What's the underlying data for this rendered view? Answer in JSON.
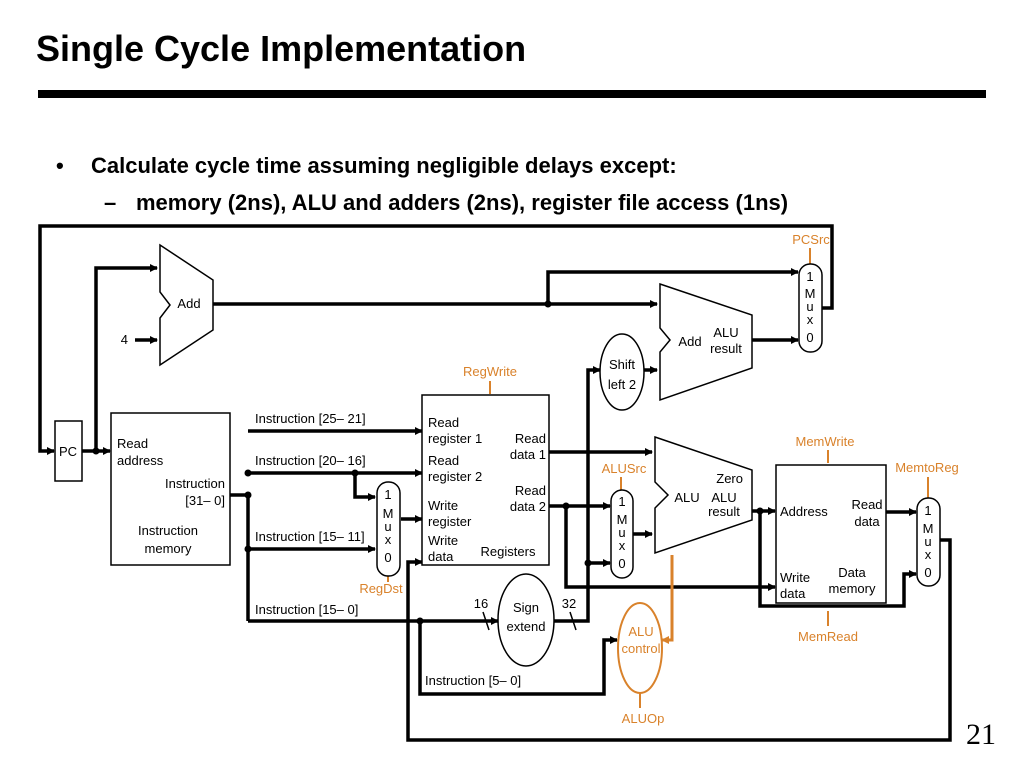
{
  "slide": {
    "title": "Single Cycle Implementation",
    "bullet_mark": "•",
    "sub_mark": "–",
    "bullet1": "Calculate cycle time assuming negligible delays except:",
    "bullet2": "memory (2ns), ALU and adders (2ns), register file access (1ns)",
    "page_number": "21"
  },
  "colors": {
    "wire": "#000000",
    "control": "#d9822b"
  },
  "diagram": {
    "pc": "PC",
    "four": "4",
    "add_pc": "Add",
    "add_branch": "Add",
    "add_branch_result": [
      "ALU",
      "result"
    ],
    "shift_left": [
      "Shift",
      "left 2"
    ],
    "instruction_memory": {
      "read_address": [
        "Read",
        "address"
      ],
      "instruction": [
        "Instruction",
        "[31– 0]"
      ],
      "name": [
        "Instruction",
        "memory"
      ]
    },
    "instruction_fields": {
      "f25_21": "Instruction [25– 21]",
      "f20_16": "Instruction [20– 16]",
      "f15_11": "Instruction [15– 11]",
      "f15_0": "Instruction [15– 0]",
      "f5_0": "Instruction [5– 0]"
    },
    "registers": {
      "read_reg1": [
        "Read",
        "register 1"
      ],
      "read_reg2": [
        "Read",
        "register 2"
      ],
      "write_reg": [
        "Write",
        "register"
      ],
      "write_data": [
        "Write",
        "data"
      ],
      "read_data1": [
        "Read",
        "data 1"
      ],
      "read_data2": [
        "Read",
        "data 2"
      ],
      "name": "Registers"
    },
    "sign_extend": {
      "label": [
        "Sign",
        "extend"
      ],
      "in_bits": "16",
      "out_bits": "32"
    },
    "alu": {
      "label": "ALU",
      "zero": "Zero",
      "result": [
        "ALU",
        "result"
      ]
    },
    "alu_control": [
      "ALU",
      "control"
    ],
    "data_memory": {
      "address": "Address",
      "read_data": [
        "Read",
        "data"
      ],
      "write_data": [
        "Write",
        "data"
      ],
      "name": [
        "Data",
        "memory"
      ]
    },
    "mux_label": [
      "1",
      "M",
      "u",
      "x",
      "0"
    ],
    "control_signals": {
      "pcsrc": "PCSrc",
      "regwrite": "RegWrite",
      "alusrc": "ALUSrc",
      "memwrite": "MemWrite",
      "memtoreg": "MemtoReg",
      "regdst": "RegDst",
      "memread": "MemRead",
      "aluop": "ALUOp"
    }
  }
}
